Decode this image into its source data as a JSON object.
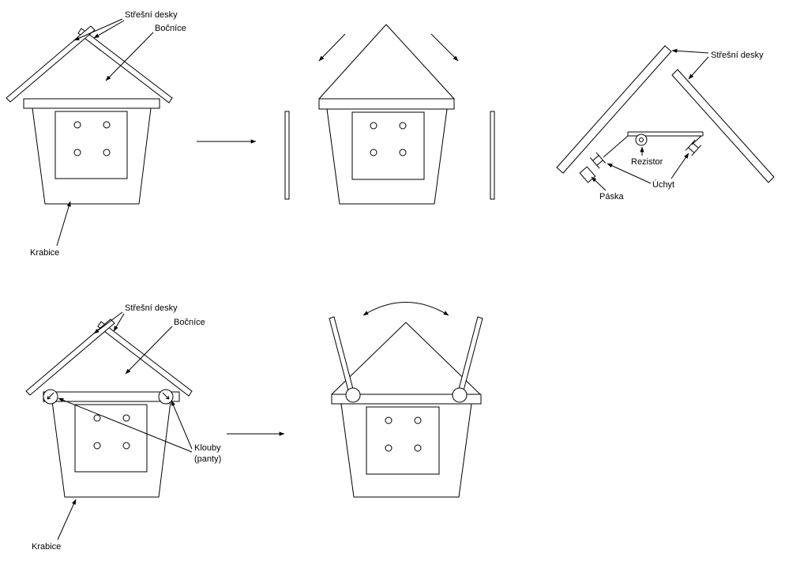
{
  "figure": {
    "background_color": "#ffffff",
    "line_color": "#000000",
    "icons": {
      "step_arrow_top": "right-arrow-icon",
      "step_arrow_bottom": "right-arrow-icon",
      "detach_arrow_left": "down-left-arrow-icon",
      "detach_arrow_right": "down-right-arrow-icon",
      "swing_arrow": "curved-double-headed-arrow-icon"
    }
  },
  "top_left_house": {
    "roof_boards_label": "Střešní desky",
    "side_panel_label": "Bočníce",
    "box_label": "Krabice"
  },
  "top_right_detail": {
    "roof_boards_label": "Střešní desky",
    "resistor_label": "Rezistor",
    "bracket_label": "Úchyt",
    "tape_label": "Páska"
  },
  "bottom_left_house": {
    "roof_boards_label": "Střešní desky",
    "side_panel_label": "Bočníce",
    "hinge_label_line1": "Klouby",
    "hinge_label_line2": "(panty)",
    "box_label": "Krabice"
  }
}
